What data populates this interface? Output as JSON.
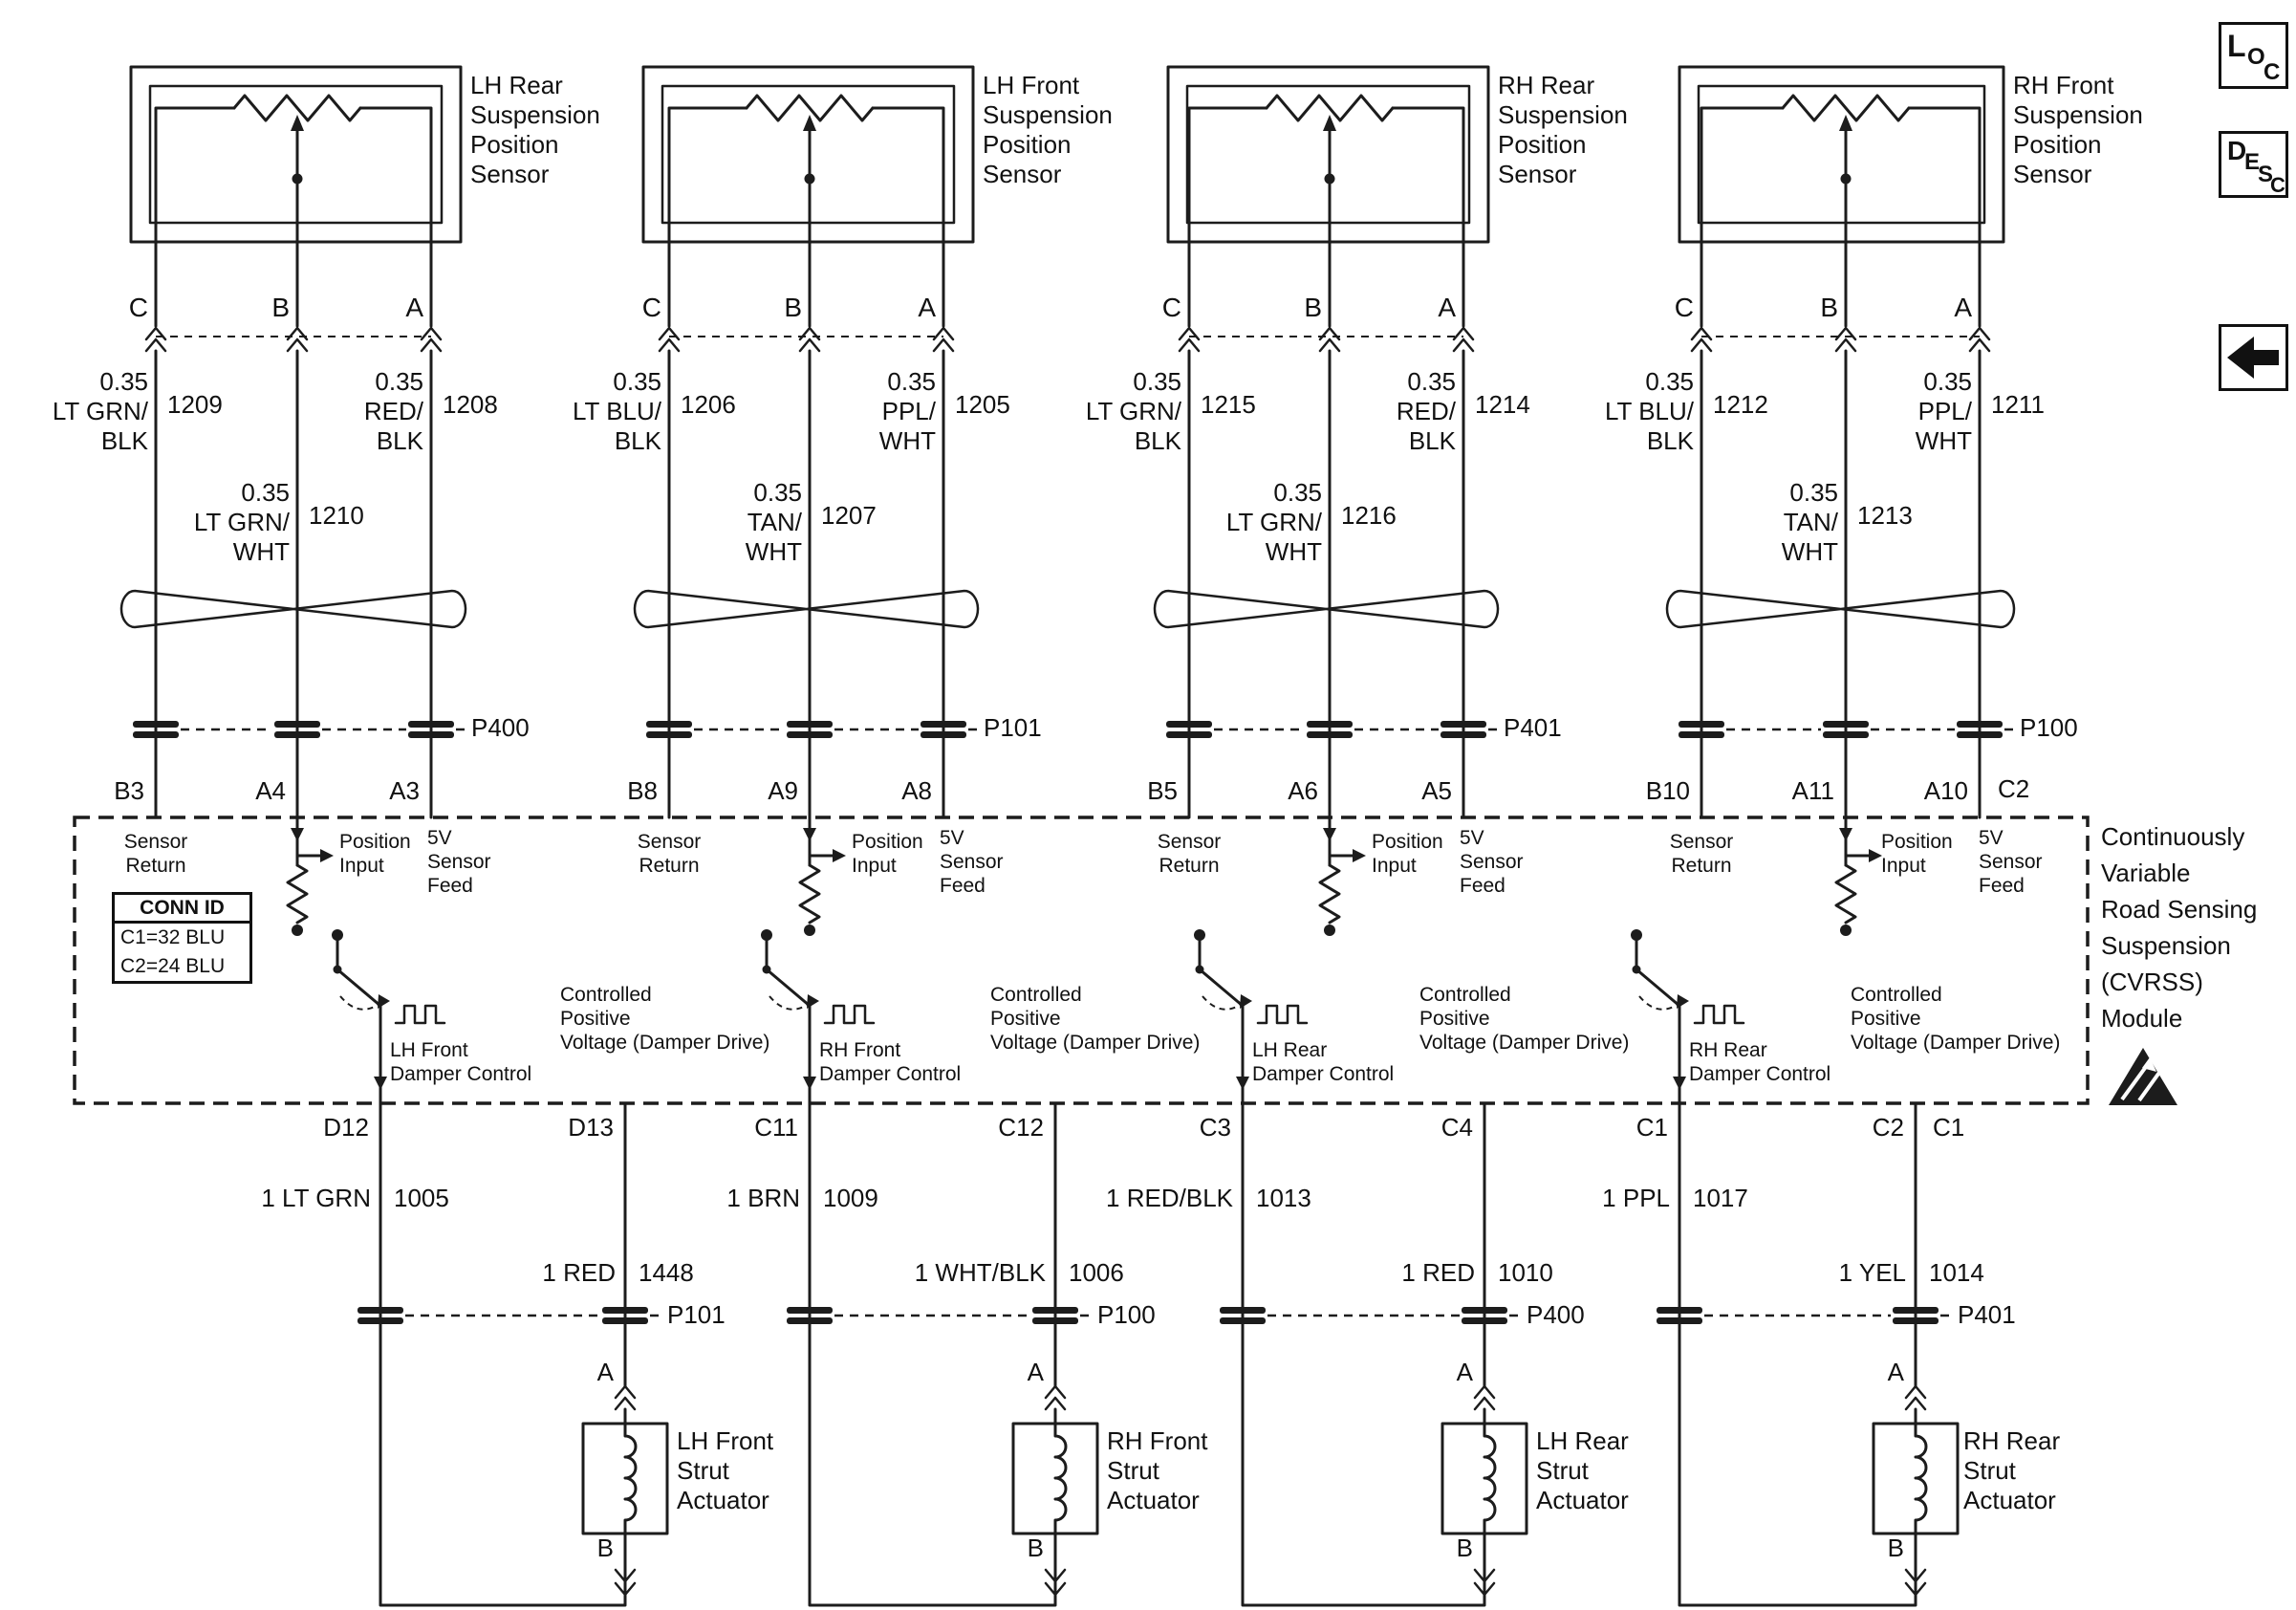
{
  "nav": {
    "loc": "LOC",
    "desc": "DESC"
  },
  "module": {
    "name": "Continuously\nVariable\nRoad Sensing\nSuspension\n(CVRSS)\nModule",
    "conn_id": {
      "header": "CONN ID",
      "rows": [
        "C1=32 BLU",
        "C2=24 BLU"
      ]
    },
    "top_connector": "C2",
    "bottom_connector": "C1"
  },
  "groups": [
    {
      "sensor_name": "LH Rear\nSuspension\nPosition\nSensor",
      "terminals": [
        "C",
        "B",
        "A"
      ],
      "wire_c": {
        "label": "0.35\nLT GRN/\nBLK",
        "circuit": "1209"
      },
      "wire_a": {
        "label": "0.35\nRED/\nBLK",
        "circuit": "1208"
      },
      "wire_b": {
        "label": "0.35\nLT GRN/\nWHT",
        "circuit": "1210"
      },
      "connector": "P400",
      "pins": [
        "B3",
        "A4",
        "A3"
      ],
      "sensor_return": "Sensor\nReturn",
      "position_input": "Position\nInput",
      "sensor_feed": "5V\nSensor\nFeed",
      "damper_control": "LH Front\nDamper Control",
      "damper_drive": "Controlled\nPositive\nVoltage (Damper Drive)",
      "out_pins": [
        "D12",
        "D13"
      ],
      "out_left": {
        "label": "1 LT GRN",
        "circuit": "1005"
      },
      "out_right": {
        "label": "1 RED",
        "circuit": "1448"
      },
      "out_connector": "P101",
      "terminal_a": "A",
      "terminal_b": "B",
      "actuator": "LH Front\nStrut\nActuator"
    },
    {
      "sensor_name": "LH Front\nSuspension\nPosition\nSensor",
      "terminals": [
        "C",
        "B",
        "A"
      ],
      "wire_c": {
        "label": "0.35\nLT BLU/\nBLK",
        "circuit": "1206"
      },
      "wire_a": {
        "label": "0.35\nPPL/\nWHT",
        "circuit": "1205"
      },
      "wire_b": {
        "label": "0.35\nTAN/\nWHT",
        "circuit": "1207"
      },
      "connector": "P101",
      "pins": [
        "B8",
        "A9",
        "A8"
      ],
      "sensor_return": "Sensor\nReturn",
      "position_input": "Position\nInput",
      "sensor_feed": "5V\nSensor\nFeed",
      "damper_control": "RH Front\nDamper Control",
      "damper_drive": "Controlled\nPositive\nVoltage (Damper Drive)",
      "out_pins": [
        "C11",
        "C12"
      ],
      "out_left": {
        "label": "1 BRN",
        "circuit": "1009"
      },
      "out_right": {
        "label": "1 WHT/BLK",
        "circuit": "1006"
      },
      "out_connector": "P100",
      "terminal_a": "A",
      "terminal_b": "B",
      "actuator": "RH Front\nStrut\nActuator"
    },
    {
      "sensor_name": "RH Rear\nSuspension\nPosition\nSensor",
      "terminals": [
        "C",
        "B",
        "A"
      ],
      "wire_c": {
        "label": "0.35\nLT GRN/\nBLK",
        "circuit": "1215"
      },
      "wire_a": {
        "label": "0.35\nRED/\nBLK",
        "circuit": "1214"
      },
      "wire_b": {
        "label": "0.35\nLT GRN/\nWHT",
        "circuit": "1216"
      },
      "connector": "P401",
      "pins": [
        "B5",
        "A6",
        "A5"
      ],
      "sensor_return": "Sensor\nReturn",
      "position_input": "Position\nInput",
      "sensor_feed": "5V\nSensor\nFeed",
      "damper_control": "LH Rear\nDamper Control",
      "damper_drive": "Controlled\nPositive\nVoltage (Damper Drive)",
      "out_pins": [
        "C3",
        "C4"
      ],
      "out_left": {
        "label": "1 RED/BLK",
        "circuit": "1013"
      },
      "out_right": {
        "label": "1 RED",
        "circuit": "1010"
      },
      "out_connector": "P400",
      "terminal_a": "A",
      "terminal_b": "B",
      "actuator": "LH Rear\nStrut\nActuator"
    },
    {
      "sensor_name": "RH Front\nSuspension\nPosition\nSensor",
      "terminals": [
        "C",
        "B",
        "A"
      ],
      "wire_c": {
        "label": "0.35\nLT BLU/\nBLK",
        "circuit": "1212"
      },
      "wire_a": {
        "label": "0.35\nPPL/\nWHT",
        "circuit": "1211"
      },
      "wire_b": {
        "label": "0.35\nTAN/\nWHT",
        "circuit": "1213"
      },
      "connector": "P100",
      "pins": [
        "B10",
        "A11",
        "A10"
      ],
      "sensor_return": "Sensor\nReturn",
      "position_input": "Position\nInput",
      "sensor_feed": "5V\nSensor\nFeed",
      "damper_control": "RH Rear\nDamper Control",
      "damper_drive": "Controlled\nPositive\nVoltage (Damper Drive)",
      "out_pins": [
        "C1",
        "C2"
      ],
      "out_left": {
        "label": "1 PPL",
        "circuit": "1017"
      },
      "out_right": {
        "label": "1 YEL",
        "circuit": "1014"
      },
      "out_connector": "P401",
      "terminal_a": "A",
      "terminal_b": "B",
      "actuator": "RH Rear\nStrut\nActuator"
    }
  ]
}
